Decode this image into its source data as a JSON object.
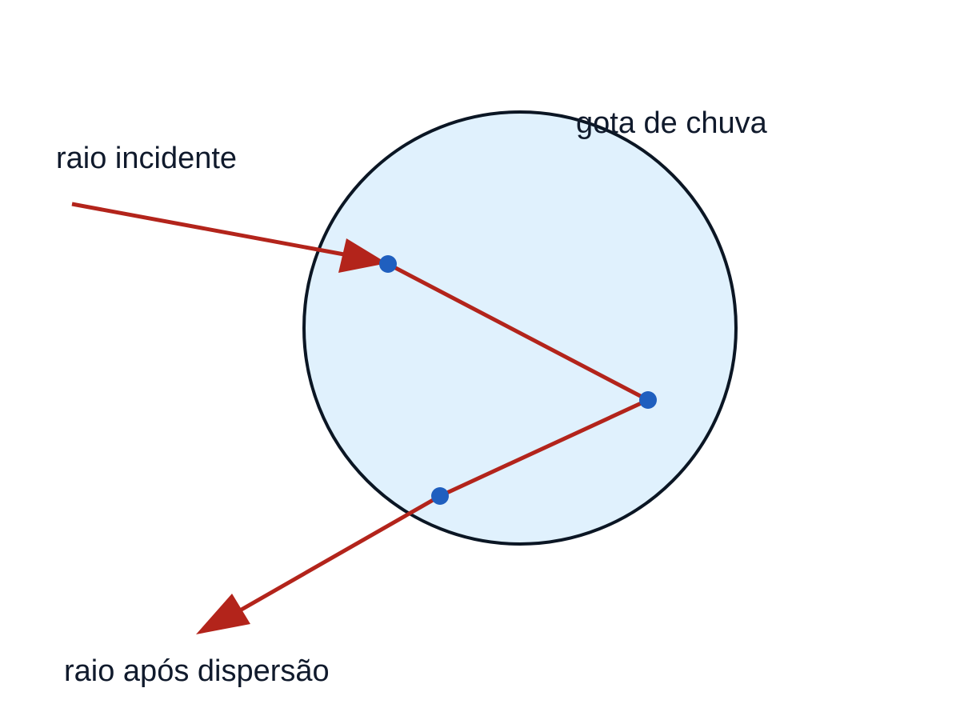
{
  "labels": {
    "incident_ray": "raio incidente",
    "raindrop": "gota de chuva",
    "scattered_ray": "raio após dispersão"
  },
  "colors": {
    "drop_fill": "#e0f1fd",
    "drop_stroke": "#0b1624",
    "ray": "#b3241b",
    "point": "#1f5fbf",
    "text": "#101a2c"
  }
}
